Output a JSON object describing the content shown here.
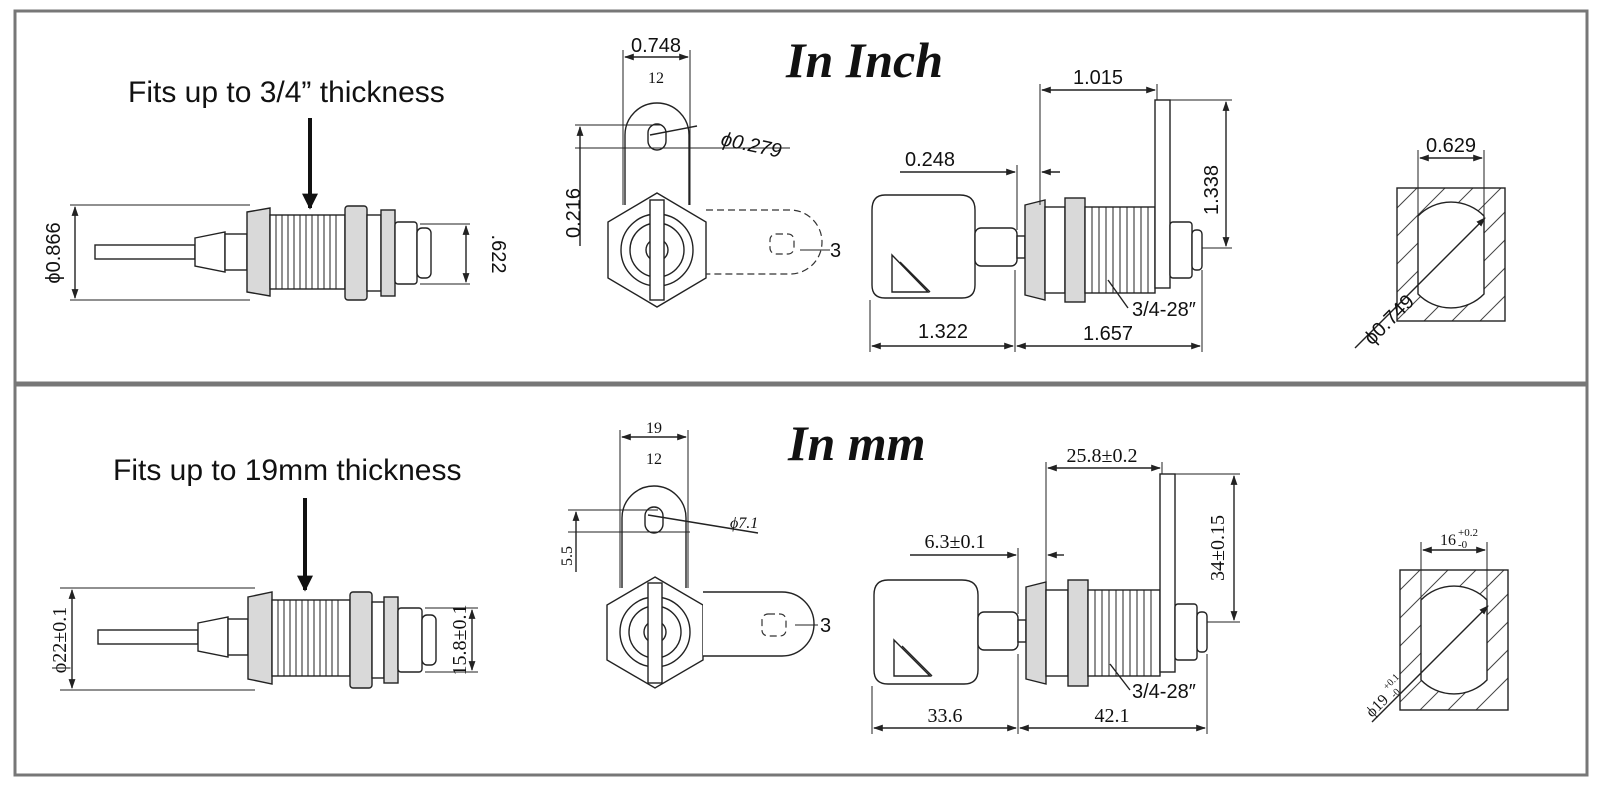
{
  "panels": [
    {
      "title": "In Inch",
      "note": "Fits up to 3/4” thickness",
      "side_view": {
        "diameter": "ϕ0.866",
        "height": ".622"
      },
      "cam_view": {
        "width": "0.748",
        "center": "12",
        "hole": "ϕ0.279",
        "offset": "0.216",
        "position": "3"
      },
      "key_view": {
        "cam_length": "1.015",
        "spacing": "0.248",
        "cam_height": "1.338",
        "key_length": "1.322",
        "body_length": "1.657",
        "thread": "3/4-28″"
      },
      "cutout": {
        "width": "0.629",
        "diameter": "ϕ0.749"
      }
    },
    {
      "title": "In mm",
      "note": "Fits up to 19mm thickness",
      "side_view": {
        "diameter": "ϕ22±0.1",
        "height": "15.8±0.1"
      },
      "cam_view": {
        "width": "19",
        "center": "12",
        "hole": "ϕ7.1",
        "offset": "5.5",
        "position": "3"
      },
      "key_view": {
        "cam_length": "25.8±0.2",
        "spacing": "6.3±0.1",
        "cam_height": "34±0.15",
        "key_length": "33.6",
        "body_length": "42.1",
        "thread": "3/4-28″"
      },
      "cutout": {
        "width": "16",
        "width_tol_plus": "+0.2",
        "width_tol_minus": "-0",
        "diameter": "ϕ19",
        "diameter_tol_plus": "+0.1",
        "diameter_tol_minus": "-0"
      }
    }
  ]
}
